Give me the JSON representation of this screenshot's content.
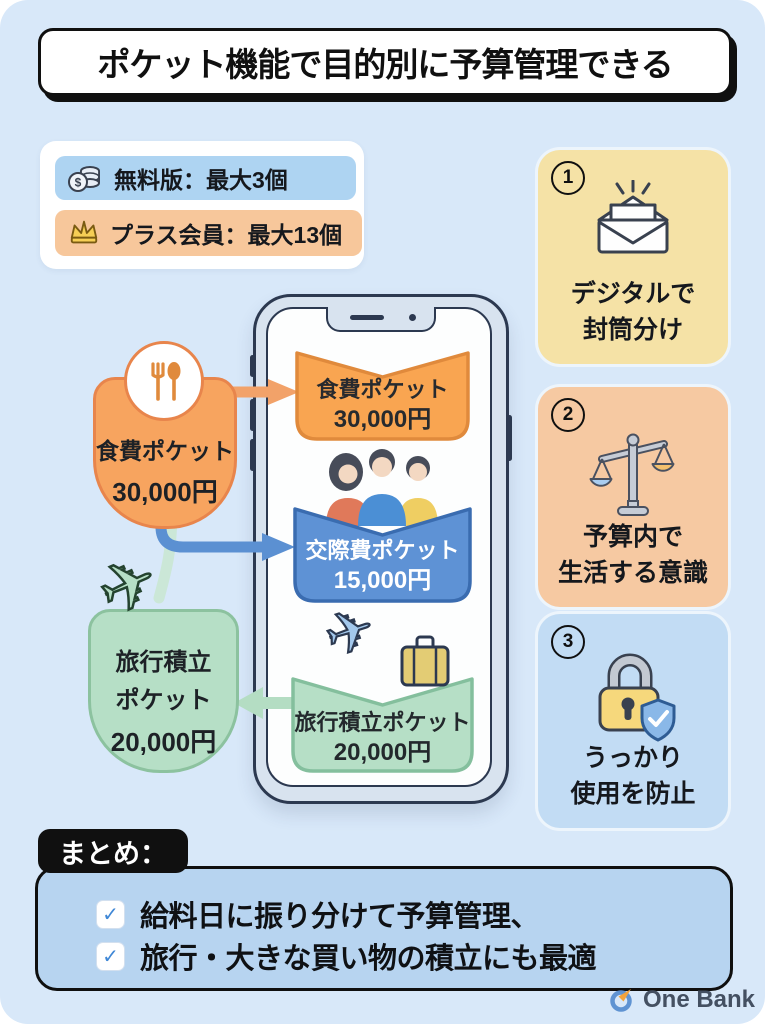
{
  "title": "ポケット機能で目的別に予算管理できる",
  "plans": {
    "free": {
      "label": "無料版：最大3個",
      "icon": "coins-icon",
      "color": "#aed4f2"
    },
    "plus": {
      "label": "プラス会員：最大13個",
      "icon": "crown-icon",
      "color": "#f7c79b"
    }
  },
  "benefits": [
    {
      "number": "1",
      "lines": [
        "デジタルで",
        "封筒分け"
      ],
      "icon": "envelope-icon",
      "color": "#f5e2a6"
    },
    {
      "number": "2",
      "lines": [
        "予算内で",
        "生活する意識"
      ],
      "icon": "scale-icon",
      "color": "#f6c9a2"
    },
    {
      "number": "3",
      "lines": [
        "うっかり",
        "使用を防止"
      ],
      "icon": "lock-shield-icon",
      "color": "#c2dcf4"
    }
  ],
  "pockets": {
    "left_food": {
      "name": "食費ポケット",
      "amount": "30,000円"
    },
    "left_travel": {
      "line1": "旅行積立",
      "line2": "ポケット",
      "amount": "20,000円"
    },
    "phone_food": {
      "name": "食費ポケット",
      "amount": "30,000円"
    },
    "phone_social": {
      "name": "交際費ポケット",
      "amount": "15,000円"
    },
    "phone_travel": {
      "name": "旅行積立ポケット",
      "amount": "20,000円"
    }
  },
  "summary": {
    "badge": "まとめ：",
    "check_glyph": "✓",
    "items": [
      "給料日に振り分けて予算管理、",
      "旅行・大きな買い物の積立にも最適"
    ]
  },
  "icons": {
    "airplane_glyph": "✈",
    "dollar_glyph": "$"
  },
  "brand": "One Bank",
  "colors": {
    "background": "#d8e8f9",
    "pocket_orange": "#f7a45f",
    "pocket_blue": "#5e92d5",
    "pocket_green": "#b6dfc6",
    "summary_fill": "#b7d4f0",
    "outline_black": "#101010",
    "phone_outline": "#2c3950"
  }
}
